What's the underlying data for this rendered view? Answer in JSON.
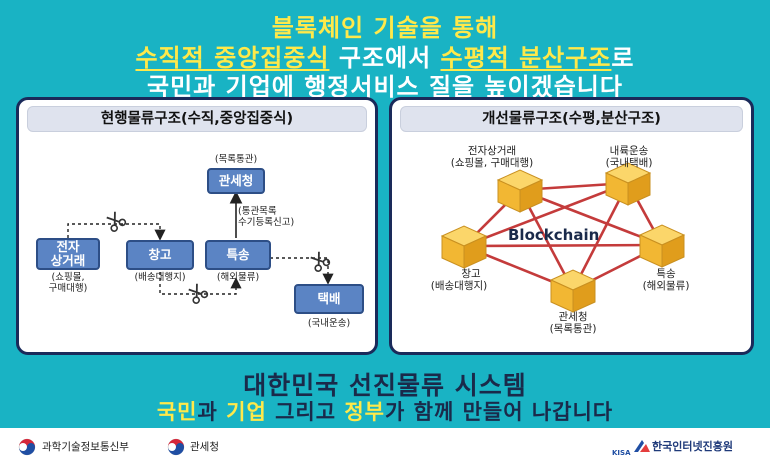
{
  "headline": {
    "line1": "블록체인 기술을 통해",
    "line2_a": "수직적 중앙집중식",
    "line2_b": " 구조에서 ",
    "line2_c": "수평적 분산구조",
    "line2_d": "로",
    "line3": "국민과 기업에 행정서비스 질을 높이겠습니다"
  },
  "left_panel": {
    "title": "현행물류구조(수직,중앙집중식)",
    "nodes": {
      "customs": "관세청",
      "customs_note": "(목록통관)",
      "ecommerce": "전자\n상거래",
      "ecommerce_note": "(쇼핑몰,\n구매대행)",
      "warehouse": "창고",
      "warehouse_note": "(배송대행지)",
      "special": "특송",
      "special_note": "(해외물류)",
      "delivery": "택배",
      "delivery_note": "(국내운송)"
    },
    "arrow_note": "(통관목록\n수기등록신고)"
  },
  "right_panel": {
    "title": "개선물류구조(수평,분산구조)",
    "center_label": "Blockchain",
    "nodes": {
      "ecommerce": "전자상거래",
      "ecommerce_note": "(쇼핑몰, 구매대행)",
      "domestic": "내륙운송",
      "domestic_note": "(국내택배)",
      "special": "특송",
      "special_note": "(해외물류)",
      "warehouse": "창고",
      "warehouse_note": "(배송대행지)",
      "customs": "관세청",
      "customs_note": "(목록통관)"
    }
  },
  "bottom": {
    "line1": "대한민국 선진물류 시스템",
    "line2_a": "국민",
    "line2_b": "과 ",
    "line2_c": "기업",
    "line2_d": " 그리고 ",
    "line2_e": "정부",
    "line2_f": "가 함께 만들어 나갑니다"
  },
  "footer": {
    "ministry": "과학기술정보통신부",
    "customs": "관세청",
    "kisa_small": "KISA",
    "kisa": "한국인터넷진흥원"
  },
  "colors": {
    "background": "#19b3c4",
    "highlight": "#ffe94a",
    "node_box": "#5b84c4",
    "cube": "#f6c23a",
    "chain_line": "#c43b3b"
  }
}
